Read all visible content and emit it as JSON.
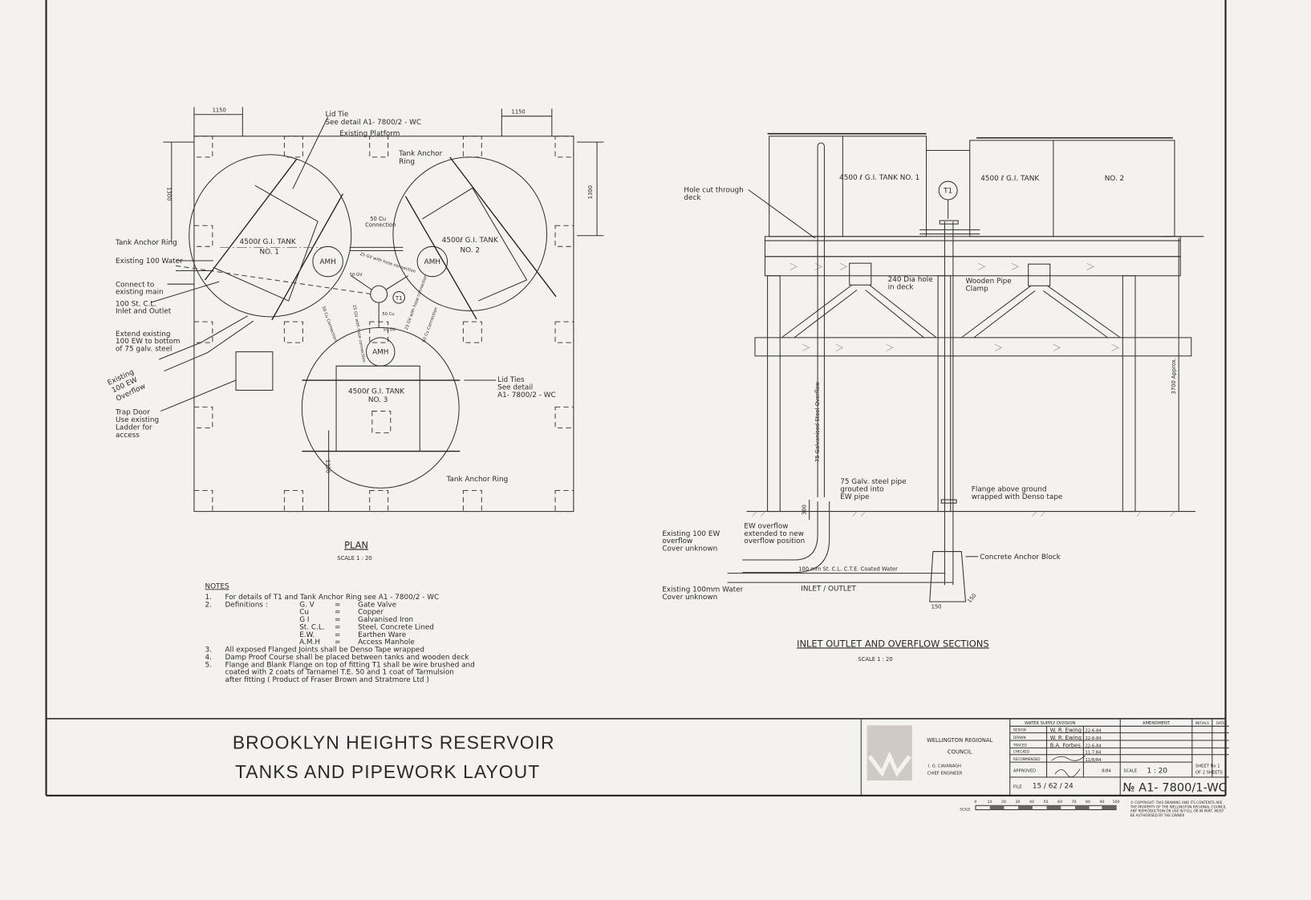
{
  "plan": {
    "dim_left_width": "1150",
    "dim_right_width": "1150",
    "dim_left_height": "1300",
    "dim_right_height": "1300",
    "dim_bottom": "1350",
    "lid_tie": "Lid Tie",
    "lid_tie_ref": "See detail A1- 7800/2 - WC",
    "existing_platform": "Existing Platform",
    "tank_anchor_ring_top_1": "Tank Anchor",
    "tank_anchor_ring_top_2": "Ring",
    "tank_anchor_ring_left": "Tank Anchor Ring",
    "tank_anchor_ring_bottom": "Tank Anchor Ring",
    "existing_water": "Existing 100 Water",
    "connect_main_1": "Connect to",
    "connect_main_2": "existing main",
    "inlet_outlet_1": "100 St. C.L.",
    "inlet_outlet_2": "Inlet and Outlet",
    "extend_1": "Extend existing",
    "extend_2": "100 EW to bottom",
    "extend_3": "of 75 galv. steel",
    "overflow_1": "Existing",
    "overflow_2": "100 EW",
    "overflow_3": "Overflow",
    "trap_1": "Trap Door",
    "trap_2": "Use existing",
    "trap_3": "Ladder for",
    "trap_4": "access",
    "lid_ties_1": "Lid Ties",
    "lid_ties_2": "See detail",
    "lid_ties_3": "A1- 7800/2 - WC",
    "tank1_name": "4500ℓ G.I. TANK",
    "tank1_no": "NO. 1",
    "tank2_name": "4500ℓ G.I. TANK",
    "tank2_no": "NO. 2",
    "tank3_name": "4500ℓ G.I. TANK",
    "tank3_no": "NO. 3",
    "amh": "AMH",
    "t1": "T1",
    "cu_connection_1": "50 Cu",
    "cu_connection_2": "Connection",
    "gv_hose": "25 GV with hose connection",
    "gv50": "50 GV",
    "cu50": "50 Cu",
    "cu_conn_short": "50 Cu Connection",
    "gv25_hose": "25 GV with hose connection",
    "title": "PLAN",
    "scale": "SCALE  1 : 20"
  },
  "notes": {
    "heading": "NOTES",
    "items": [
      {
        "num": "1.",
        "text": "For details of T1 and  Tank Anchor Ring see A1 - 7800/2 - WC"
      },
      {
        "num": "2.",
        "text": "Definitions :"
      },
      {
        "num": "3.",
        "text": "All exposed Flanged Joints shall be Denso Tape wrapped"
      },
      {
        "num": "4.",
        "text": "Damp Proof Course shall be placed between tanks and wooden deck"
      },
      {
        "num": "5.",
        "text": "Flange and Blank Flange on top of fitting T1 shall be wire brushed and"
      }
    ],
    "item5_line2": "coated with 2 coats of Tarnamel T.E. 50 and  1 coat of  Tarmulsion",
    "item5_line3": "after fitting    ( Product of Fraser Brown and Stratmore Ltd )",
    "definitions": [
      {
        "abbr": "G. V",
        "eq": "=",
        "meaning": "Gate Valve"
      },
      {
        "abbr": "Cu",
        "eq": "=",
        "meaning": "Copper"
      },
      {
        "abbr": "G I",
        "eq": "=",
        "meaning": "Galvanised Iron"
      },
      {
        "abbr": "St. C.L.",
        "eq": "=",
        "meaning": "Steel, Concrete Lined"
      },
      {
        "abbr": "E.W.",
        "eq": "=",
        "meaning": "Earthen Ware"
      },
      {
        "abbr": "A.M.H",
        "eq": "=",
        "meaning": "Access Manhole"
      }
    ]
  },
  "section": {
    "tank1": "4500 ℓ G.I. TANK NO. 1",
    "tank2": "4500 ℓ G.I. TANK",
    "tank2_no": "NO. 2",
    "t1": "T1",
    "hole_1": "Hole cut through",
    "hole_2": "deck",
    "dia_hole_1": "240 Dia hole",
    "dia_hole_2": "in deck",
    "clamp_1": "Wooden Pipe",
    "clamp_2": "Clamp",
    "overflow_pipe": "75 Galvanised Steel Overflow",
    "height": "3700 Approx.",
    "grouted_1": "75 Galv. steel pipe",
    "grouted_2": "grouted into",
    "grouted_3": "EW pipe",
    "flange_1": "Flange above ground",
    "flange_2": "wrapped with Denso tape",
    "dim_300": "300",
    "ew_ext_1": "EW overflow",
    "ew_ext_2": "extended to new",
    "ew_ext_3": "overflow position",
    "exist_ew_1": "Existing 100 EW",
    "exist_ew_2": "overflow",
    "exist_ew_3": "Cover unknown",
    "anchor_block": "Concrete Anchor Block",
    "water_pipe": "100 mm St. C.L. C.T.E. Coated Water",
    "exist_water_1": "Existing 100mm Water",
    "exist_water_2": "Cover unknown",
    "inlet_outlet": "INLET / OUTLET",
    "dim_150a": "150",
    "dim_150b": "150",
    "title": "INLET OUTLET AND OVERFLOW SECTIONS",
    "scale": "SCALE  1 : 20"
  },
  "title_block": {
    "title_line1": "BROOKLYN HEIGHTS RESERVOIR",
    "title_line2": "TANKS AND PIPEWORK LAYOUT",
    "council_1": "WELLINGTON REGIONAL",
    "council_2": "COUNCIL",
    "engineer_1": "I. G. CAVANAGH",
    "engineer_2": "CHIEF ENGINEER",
    "division": "WATER SUPPLY DIVISION",
    "amendment": "AMENDMENT",
    "initials": "INITIALS",
    "date": "DATE",
    "rows": [
      {
        "role": "DESIGN",
        "name": "W. R. Ewing",
        "date": "22-6-84"
      },
      {
        "role": "DRAWN",
        "name": "W. R. Ewing",
        "date": "22-6-84"
      },
      {
        "role": "TRACED",
        "name": "B.A. Forbes",
        "date": "22-6-84"
      },
      {
        "role": "CHECKED",
        "name": "",
        "date": "11.7.84"
      },
      {
        "role": "RECOMMENDED",
        "name": "",
        "date": "11/8/84"
      },
      {
        "role": "APPROVED",
        "name": "",
        "date": "8/84"
      }
    ],
    "scale_label": "SCALE",
    "scale_value": "1 : 20",
    "sheet_1": "SHEET No 1",
    "sheet_2": "OF 2 SHEETS",
    "file_label": "FILE",
    "file_value": "15 / 62 / 24",
    "drawing_no": "№ A1- 7800/1-WC",
    "scalebar_label": "SCALE",
    "scalebar_ticks": [
      "0",
      "10",
      "20",
      "30",
      "40",
      "50",
      "60",
      "70",
      "80",
      "90",
      "100"
    ],
    "copyright_1": "© COPYRIGHT: THIS DRAWING AND ITS CONTENTS ARE",
    "copyright_2": "THE PROPERTY OF THE WELLINGTON REGIONAL COUNCIL",
    "copyright_3": "ANY REPRODUCTION OR USE IN FULL OR IN PART, MUST",
    "copyright_4": "BE AUTHORISED BY THE OWNER"
  }
}
